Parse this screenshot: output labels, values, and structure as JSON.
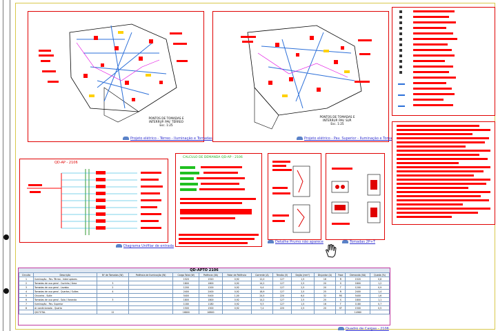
{
  "plans": [
    {
      "label": "PONTOS DE TOMADAS E\nINTERRUP. PAV. TÉRREO\nEsc. 1:25",
      "caption": "Projeto elétrico - Térreo - Iluminação e Tomadas"
    },
    {
      "label": "PONTOS DE TOMADAS E\nINTERRUP. PAV. SUP.\nEsc. 1:25",
      "caption": "Projeto elétrico - Pav. Superior - Iluminação e Tomadas"
    }
  ],
  "diagram": {
    "title": "QD-AP - 2106",
    "caption": "Diagrama Unifilar de entrada"
  },
  "demand": {
    "title": "CALCULO DE DEMANDA QD-AP - 2106"
  },
  "detail1": {
    "caption": "Detalhe Prumo não aparece"
  },
  "detail2": {
    "caption": "Tomadas 2P+T"
  },
  "load_table": {
    "title": "QD-APTO 2106",
    "caption": "Quadro de Cargas - 2106",
    "headers": [
      "Circuito",
      "Descrição",
      "Nº de Tomadas (W)",
      "Potência de Iluminação (W)",
      "Carga Total (W)",
      "Potência (VA)",
      "Fator de Potência",
      "Corrente (A)",
      "Tensão (V)",
      "Seção (mm²)",
      "Disjuntor (A)",
      "Fase",
      "Demanda (VA)",
      "Queda (%)"
    ],
    "rows": [
      [
        "1",
        "Iluminação - Pav. Térreo - Interruptores",
        "",
        "",
        "1520",
        "1520",
        "0,92",
        "12,0",
        "127",
        "1,5",
        "16",
        "R",
        "1520",
        "0,8"
      ],
      [
        "2",
        "Tomadas de uso geral - Cozinha / Área",
        "3",
        "",
        "1800",
        "1800",
        "0,92",
        "14,2",
        "127",
        "2,5",
        "20",
        "S",
        "1800",
        "1,2"
      ],
      [
        "3",
        "Tomadas de uso geral - Lavabo",
        "2",
        "",
        "1200",
        "1200",
        "0,92",
        "9,4",
        "127",
        "2,5",
        "20",
        "T",
        "1200",
        "0,9"
      ],
      [
        "4",
        "Tomadas de uso geral - Quartos / Suítes",
        "4",
        "",
        "2400",
        "2400",
        "0,92",
        "18,9",
        "127",
        "2,5",
        "25",
        "R",
        "2400",
        "1,4"
      ],
      [
        "5",
        "Chuveiro - Suíte",
        "",
        "",
        "5400",
        "5400",
        "1,00",
        "24,5",
        "220",
        "6,0",
        "32",
        "RS",
        "5400",
        "1,6"
      ],
      [
        "6",
        "Tomadas de uso geral - Sala / Varanda",
        "3",
        "",
        "1800",
        "1800",
        "0,92",
        "14,2",
        "127",
        "2,5",
        "20",
        "S",
        "1800",
        "1,1"
      ],
      [
        "7",
        "Iluminação - Pav. Superior",
        "",
        "",
        "1180",
        "1180",
        "0,92",
        "9,3",
        "127",
        "1,5",
        "16",
        "T",
        "1180",
        "0,7"
      ],
      [
        "8",
        "Ar condicionado - Quarto",
        "",
        "",
        "1500",
        "1500",
        "0,92",
        "7,4",
        "220",
        "2,5",
        "20",
        "ST",
        "1500",
        "0,5"
      ],
      [
        "",
        "QD-TOTAL",
        "12",
        "",
        "16800",
        "16800",
        "",
        "",
        "",
        "",
        "",
        "",
        "14960",
        ""
      ]
    ]
  },
  "colors": {
    "border_red": "#e00000",
    "table_border": "#c03aa0",
    "accent_red": "#ff0000",
    "frame_yellow": "#d8c84a"
  }
}
